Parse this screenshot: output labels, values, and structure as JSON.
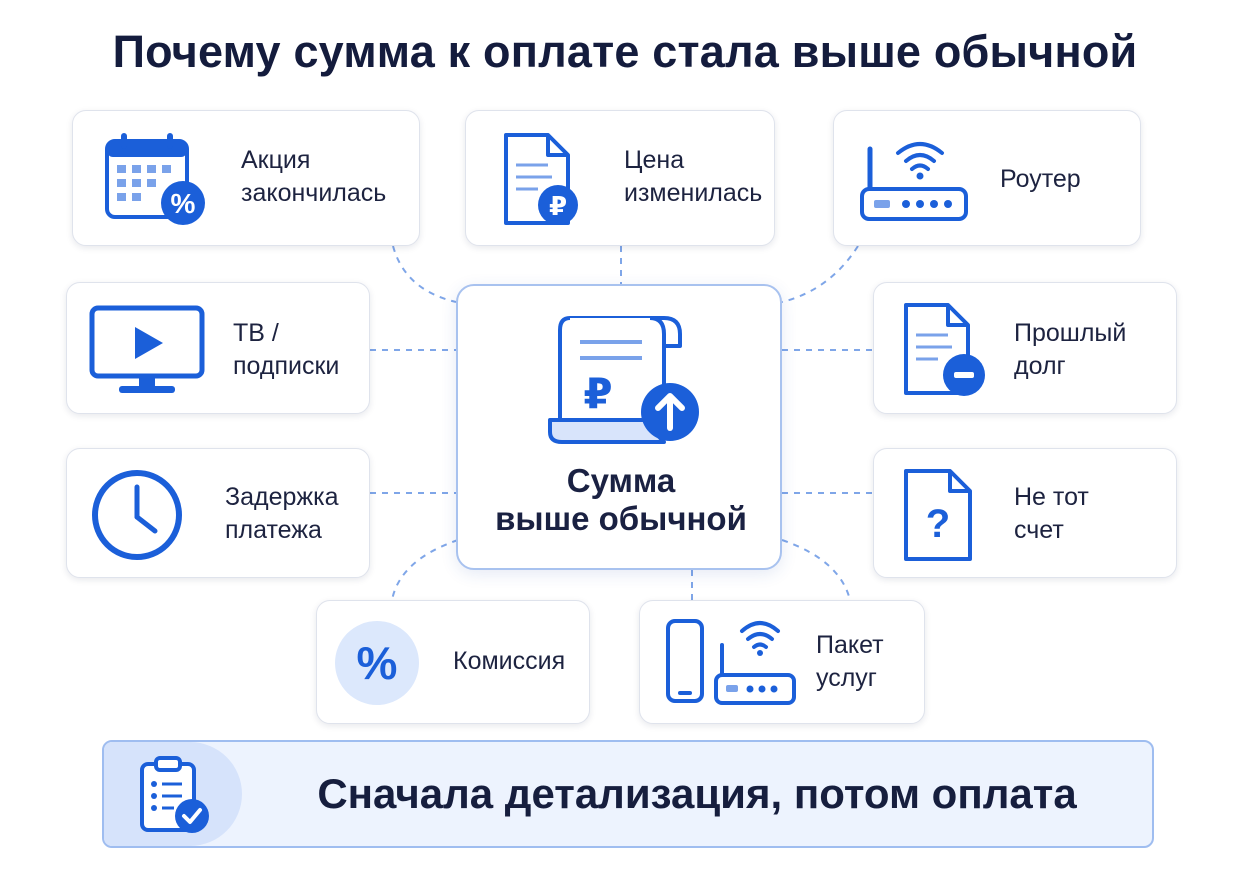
{
  "title": "Почему сумма к оплате стала выше обычной",
  "center": {
    "label": "Сумма\nвыше обычной",
    "icon": "receipt-ruble-up-icon"
  },
  "reasons": {
    "promo_ended": {
      "label": "Акция\nзакончилась",
      "icon": "calendar-percent-icon"
    },
    "price_changed": {
      "label": "Цена\nизменилась",
      "icon": "document-ruble-icon"
    },
    "router": {
      "label": "Роутер",
      "icon": "router-icon"
    },
    "tv": {
      "label": "ТВ /\nподписки",
      "icon": "tv-play-icon"
    },
    "previous_debt": {
      "label": "Прошлый\nдолг",
      "icon": "document-minus-icon"
    },
    "payment_delay": {
      "label": "Задержка\nплатежа",
      "icon": "clock-icon"
    },
    "wrong_account": {
      "label": "Не тот\nсчет",
      "icon": "document-question-icon"
    },
    "commission": {
      "label": "Комиссия",
      "icon": "percent-icon"
    },
    "service_pack": {
      "label": "Пакет\nуслуг",
      "icon": "phone-router-icon"
    }
  },
  "banner": {
    "text": "Сначала детализация, потом оплата",
    "icon": "clipboard-check-icon"
  },
  "colors": {
    "accent": "#1b5fd9",
    "dark_text": "#141c3d",
    "connector": "#7fa6e8"
  }
}
